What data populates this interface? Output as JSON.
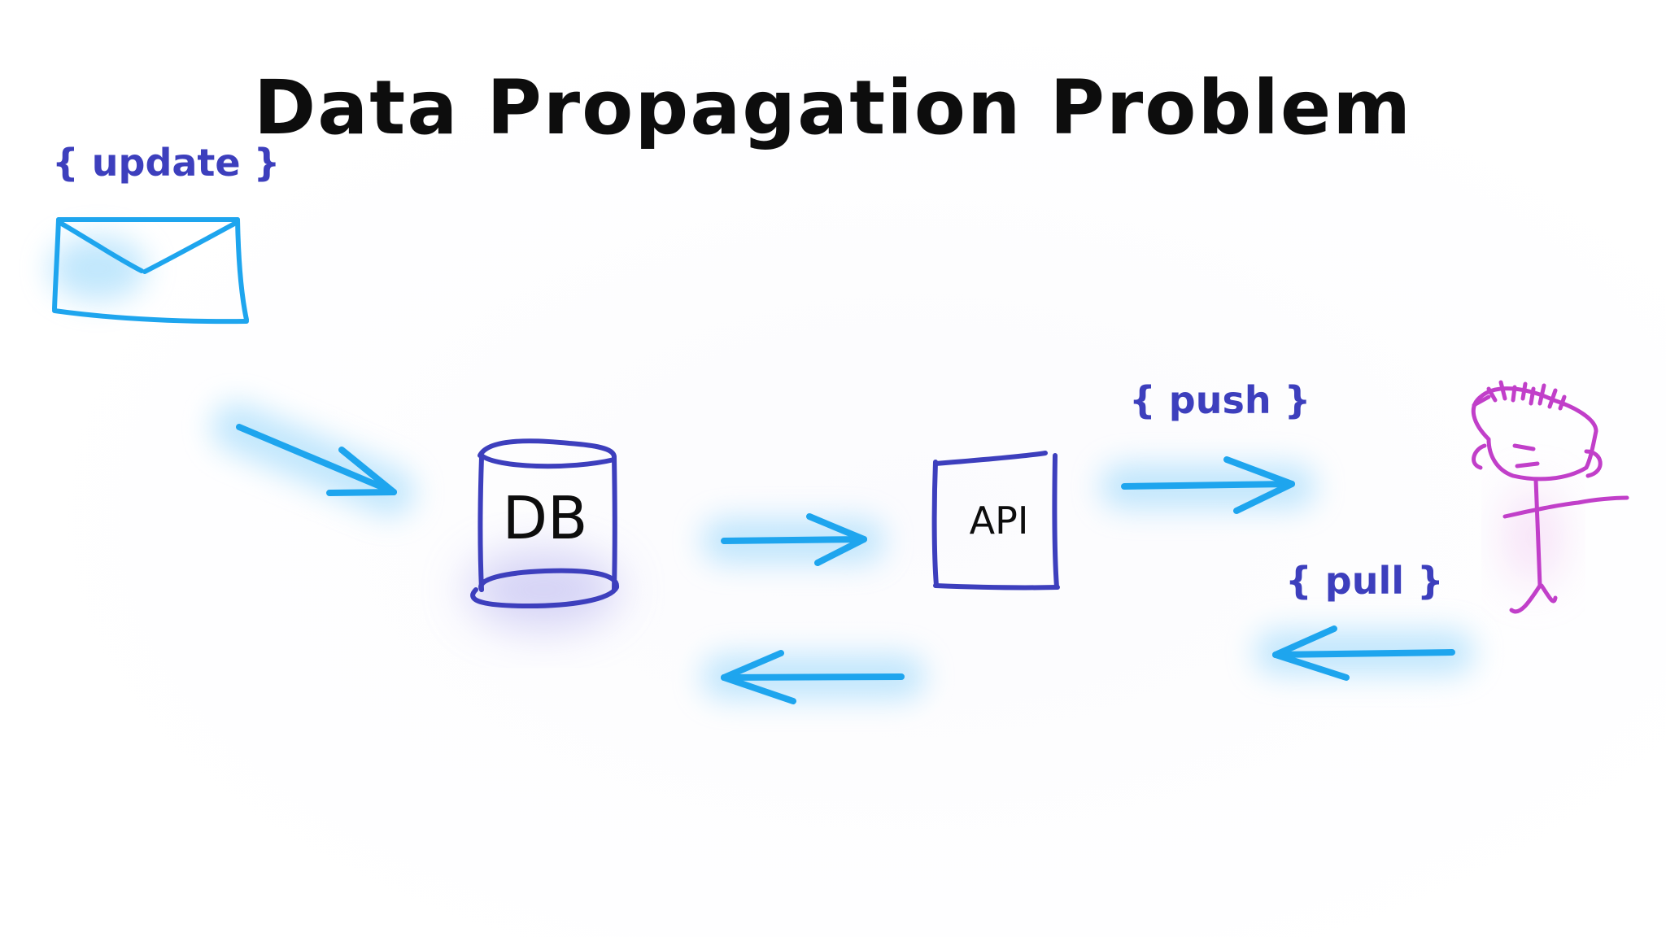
{
  "title": "Data Propagation Problem",
  "labels": {
    "update": "{ update }",
    "push": "{ push }",
    "pull": "{ pull }"
  },
  "nodes": {
    "db": "DB",
    "api": "API"
  },
  "colors": {
    "arrow": "#1ea5ee",
    "glow": "#8fd4fb",
    "db_outline": "#3d3fbd",
    "db_glow": "#b9b6f0",
    "label": "#3d3fbd",
    "person": "#c13fc9",
    "person_glow": "#eec0ef",
    "api_outline": "#3d3fbd",
    "text": "#0d0d0d"
  },
  "icons": {
    "envelope": "envelope-icon",
    "database": "database-icon",
    "api_box": "api-box-icon",
    "person": "stick-figure-icon"
  }
}
